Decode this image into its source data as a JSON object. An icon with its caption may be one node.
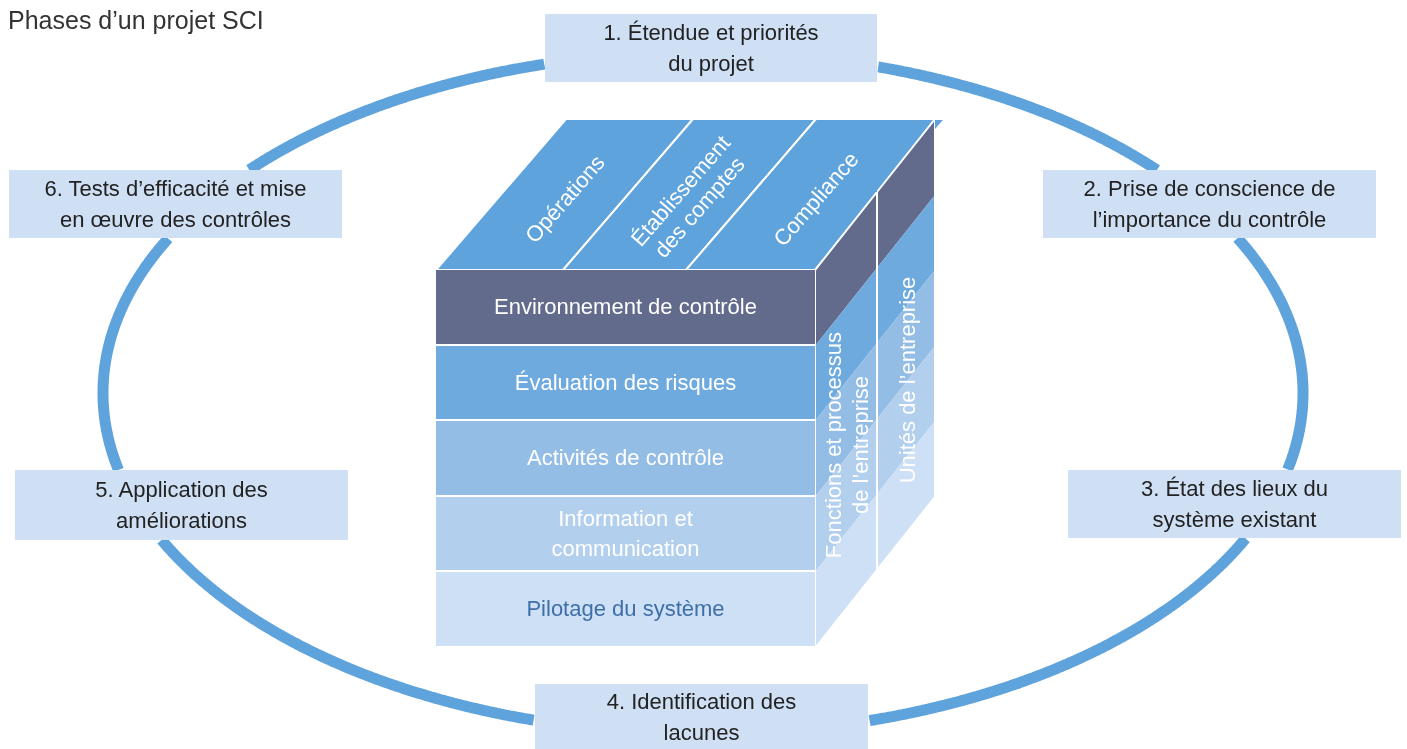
{
  "diagram": {
    "title": "Phases d’un projet SCI",
    "nodes": [
      {
        "text": [
          "1. Étendue et priorités du projet"
        ]
      },
      {
        "text": [
          "2. Prise de conscience de l’importance du contrôle"
        ]
      },
      {
        "text": [
          "3. État des lieux du système existant"
        ]
      },
      {
        "text": [
          "4. Identification des lacunes"
        ]
      },
      {
        "text": [
          "5. Application des améliorations"
        ]
      },
      {
        "text": [
          "6. Tests d’efficacité et mise en œuvre des contrôles"
        ]
      },
      {
        "text": [
          "Opérations"
        ]
      },
      {
        "text": [
          "Établissement des comptes"
        ]
      },
      {
        "text": [
          "Compliance"
        ]
      },
      {
        "text": [
          "Environnement de contrôle"
        ]
      },
      {
        "text": [
          "Évaluation des risques"
        ]
      },
      {
        "text": [
          "Activités de contrôle"
        ]
      },
      {
        "text": [
          "Information et communication"
        ]
      },
      {
        "text": [
          "Pilotage du système"
        ]
      },
      {
        "text": [
          "Fonctions et processus de l’entreprise"
        ]
      },
      {
        "text": [
          "Unités de l’entreprise"
        ]
      }
    ],
    "edges": [
      {
        "from": 0,
        "to": 1,
        "arrow": "none"
      },
      {
        "from": 1,
        "to": 2,
        "arrow": "none"
      },
      {
        "from": 2,
        "to": 3,
        "arrow": "none"
      },
      {
        "from": 3,
        "to": 4,
        "arrow": "none"
      },
      {
        "from": 4,
        "to": 5,
        "arrow": "none"
      },
      {
        "from": 5,
        "to": 0,
        "arrow": "none"
      }
    ]
  }
}
